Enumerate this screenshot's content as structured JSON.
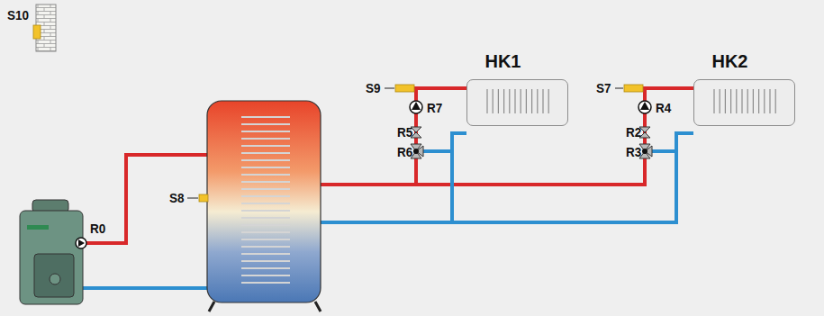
{
  "diagram": {
    "nodes": [
      {
        "text": [
          "HK1"
        ]
      },
      {
        "text": [
          "HK2"
        ]
      }
    ],
    "labels": [
      "S10",
      "S8",
      "S9",
      "R7",
      "R5",
      "R6",
      "S7",
      "R4",
      "R2",
      "R3",
      "R0"
    ]
  }
}
